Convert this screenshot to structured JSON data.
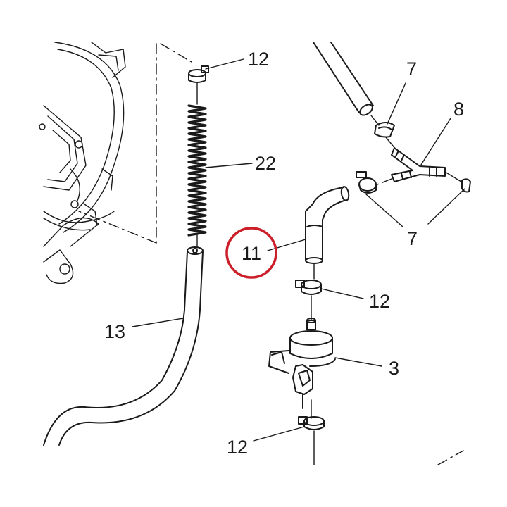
{
  "callouts": [
    {
      "id": "12a",
      "text": "12"
    },
    {
      "id": "22",
      "text": "22"
    },
    {
      "id": "13",
      "text": "13"
    },
    {
      "id": "7a",
      "text": "7"
    },
    {
      "id": "8",
      "text": "8"
    },
    {
      "id": "7b",
      "text": "7"
    },
    {
      "id": "11",
      "text": "11"
    },
    {
      "id": "12b",
      "text": "12"
    },
    {
      "id": "3",
      "text": "3"
    },
    {
      "id": "12c",
      "text": "12"
    }
  ],
  "highlight": {
    "target": "11",
    "color": "#cc1f2a"
  },
  "colors": {
    "line": "#1a1a1a",
    "background": "#ffffff",
    "highlight": "#cc1f2a"
  }
}
